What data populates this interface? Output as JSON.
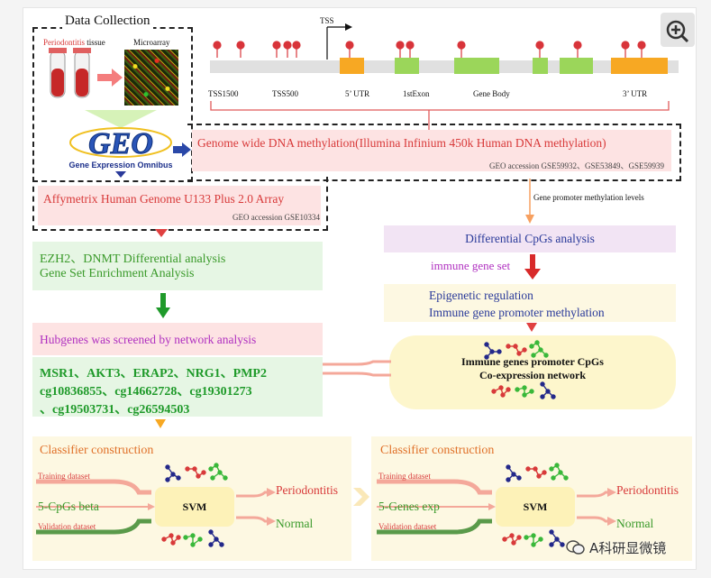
{
  "data_collection": {
    "title": "Data Collection",
    "tissue_label_1": "Periodontitis",
    "tissue_label_2": " tissue",
    "microarray_label": "Microarray",
    "geo_logo": "GEO",
    "geo_subtitle": "Gene Expression Omnibus"
  },
  "gene_track": {
    "tss_label": "TSS",
    "regions": [
      "TSS1500",
      "TSS500",
      "5’ UTR",
      "1stExon",
      "Gene Body",
      "3’ UTR"
    ]
  },
  "methylation": {
    "title": "Genome wide DNA methylation(Illumina Infinium 450k Human DNA methylation)",
    "accession": "GEO accession GSE59932、GSE53849、GSE59939"
  },
  "affymetrix": {
    "title": "Affymetrix Human Genome U133 Plus 2.0 Array",
    "accession": "GEO accession GSE10334"
  },
  "promoter_levels_label": "Gene promoter methylation levels",
  "differential_cpgs": "Differential CpGs analysis",
  "immune_gene_set": "immune gene set",
  "epigenetic": {
    "line1": "Epigenetic regulation",
    "line2": "Immune gene promoter methylation"
  },
  "ezh2": {
    "line1": "EZH2、DNMT Differential analysis",
    "line2": "Gene Set Enrichment Analysis"
  },
  "network": {
    "line1": "Immune genes promoter CpGs",
    "line2": "Co-expression network"
  },
  "hubgenes": {
    "title": "Hubgenes was screened by network analysis",
    "line1": "MSR1、AKT3、ERAP2、NRG1、PMP2",
    "line2": "cg10836855、cg14662728、cg19301273",
    "line3": "、cg19503731、cg26594503"
  },
  "classifier_left": {
    "title": "Classifier construction",
    "training": "Training dataset",
    "input": "5-CpGs beta",
    "validation": "Validation dataset",
    "model": "SVM",
    "out1": "Periodontitis",
    "out2": "Normal"
  },
  "classifier_right": {
    "title": "Classifier construction",
    "training": "Training dataset",
    "input": "5-Genes exp",
    "validation": "Validation dataset",
    "model": "SVM",
    "out1": "Periodontitis",
    "out2": "Normal"
  },
  "watermark": "A科研显微镜",
  "colors": {
    "red_text": "#d83a3a",
    "green_text": "#3a9a2a",
    "blue_text": "#2a3a9a",
    "purple_text": "#b030c0",
    "orange_text": "#e07028",
    "track_orange": "#f7a823",
    "track_green": "#9bd65a",
    "cpg_red": "#d8343a"
  }
}
